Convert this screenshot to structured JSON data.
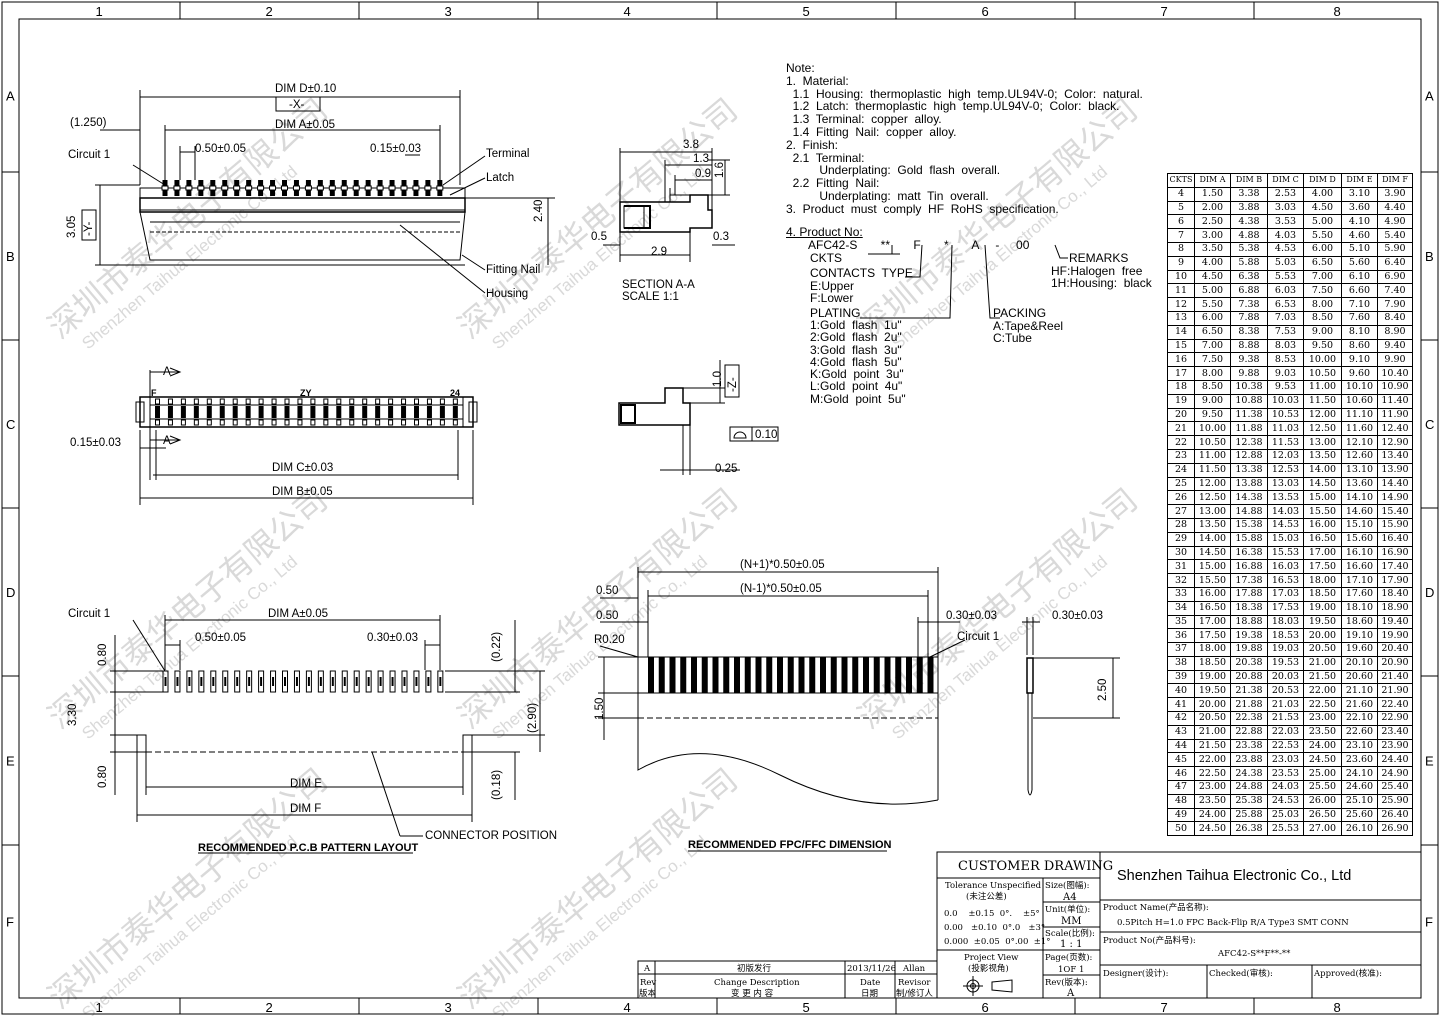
{
  "frame": {
    "col_labels": [
      "1",
      "2",
      "3",
      "4",
      "5",
      "6",
      "7",
      "8"
    ],
    "row_labels": [
      "A",
      "B",
      "C",
      "D",
      "E",
      "F"
    ]
  },
  "watermark": {
    "cn": "深圳市泰华电子有限公司",
    "en": "Shenzhen Taihua Electronic Co., Ltd"
  },
  "top_view": {
    "dim_d": "DIM D±0.10",
    "x_datum": "-X-",
    "dim_a": "DIM A±0.05",
    "offset": "(1.250)",
    "circuit1": "Circuit 1",
    "pitch": "0.50±0.05",
    "pin_width": "0.15±0.03",
    "terminal": "Terminal",
    "latch": "Latch",
    "height_left": "3.05",
    "y_datum": "-Y-",
    "height_right": "2.40",
    "fitting_nail": "Fitting Nail",
    "housing": "Housing"
  },
  "section": {
    "d38": "3.8",
    "d13": "1.3",
    "d09": "0.9",
    "d16": "1.6",
    "d05": "0.5",
    "d29": "2.9",
    "d03": "0.3",
    "title": "SECTION A-A",
    "scale": "SCALE   1:1",
    "d10": "1.0",
    "z_datum": "-Z-",
    "flatness": "0.10",
    "d025": "0.25"
  },
  "front_view": {
    "section_mark": "A",
    "f_mark": "F",
    "zy_mark": "ZY",
    "n24": "24",
    "pin_width": "0.15±0.03",
    "dim_c": "DIM C±0.03",
    "dim_b": "DIM B±0.05"
  },
  "pcb": {
    "circuit1": "Circuit 1",
    "dim_a": "DIM A±0.05",
    "pitch": "0.50±0.05",
    "pad_width": "0.30±0.03",
    "d080a": "0.80",
    "d330": "3.30",
    "d080b": "0.80",
    "d022": "(0.22)",
    "d290": "(2.90)",
    "d018": "(0.18)",
    "dim_e": "DIM E",
    "dim_f": "DIM F",
    "connector_position": "CONNECTOR POSITION",
    "title": "RECOMMENDED P.C.B PATTERN LAYOUT"
  },
  "fpc": {
    "np1": "(N+1)*0.50±0.05",
    "nm1": "(N-1)*0.50±0.05",
    "d050a": "0.50",
    "d050b": "0.50",
    "r020": "R0.20",
    "d030a": "0.30±0.03",
    "d030b": "0.30±0.03",
    "circuit1": "Circuit 1",
    "d150": "1.50",
    "d250": "2.50",
    "title": "RECOMMENDED FPC/FFC DIMENSION"
  },
  "notes": [
    "Note:",
    "1.  Material:",
    "  1.1  Housing:  thermoplastic  high  temp.UL94V-0;  Color:  natural.",
    "  1.2  Latch:  thermoplastic  high  temp.UL94V-0;  Color:  black.",
    "  1.3  Terminal:  copper  alloy.",
    "  1.4  Fitting  Nail:  copper  alloy.",
    "2.  Finish:",
    "  2.1  Terminal:",
    "          Underplating:  Gold  flash  overall.",
    "  2.2  Fitting  Nail:",
    "          Underplating:  matt  Tin  overall.",
    "3.  Product  must  comply  HF  RoHS  specification."
  ],
  "product_no": {
    "heading": "4.  Product  No:",
    "part": "AFC42-S       **       F       *       A     -     00",
    "ckts": "CKTS",
    "contacts_type": "CONTACTS  TYPE",
    "upper": "E:Upper",
    "lower": "F:Lower",
    "plating": "PLATING",
    "plating_options": [
      "1:Gold  flash  1u\"",
      "2:Gold  flash  2u\"",
      "3:Gold  flash  3u\"",
      "4:Gold  flash  5u\"",
      "K:Gold  point  3u\"",
      "L:Gold  point  4u\"",
      "M:Gold  point  5u\""
    ],
    "packing": "PACKING",
    "tape": "A:Tape&Reel",
    "tube": "C:Tube",
    "remarks": "REMARKS",
    "hf": "HF:Halogen  free",
    "h1": "1H:Housing:  black"
  },
  "dim_table": {
    "headers": [
      "CKTS",
      "DIM A",
      "DIM B",
      "DIM C",
      "DIM D",
      "DIM E",
      "DIM F"
    ],
    "rows": [
      [
        "4",
        "1.50",
        "3.38",
        "2.53",
        "4.00",
        "3.10",
        "3.90"
      ],
      [
        "5",
        "2.00",
        "3.88",
        "3.03",
        "4.50",
        "3.60",
        "4.40"
      ],
      [
        "6",
        "2.50",
        "4.38",
        "3.53",
        "5.00",
        "4.10",
        "4.90"
      ],
      [
        "7",
        "3.00",
        "4.88",
        "4.03",
        "5.50",
        "4.60",
        "5.40"
      ],
      [
        "8",
        "3.50",
        "5.38",
        "4.53",
        "6.00",
        "5.10",
        "5.90"
      ],
      [
        "9",
        "4.00",
        "5.88",
        "5.03",
        "6.50",
        "5.60",
        "6.40"
      ],
      [
        "10",
        "4.50",
        "6.38",
        "5.53",
        "7.00",
        "6.10",
        "6.90"
      ],
      [
        "11",
        "5.00",
        "6.88",
        "6.03",
        "7.50",
        "6.60",
        "7.40"
      ],
      [
        "12",
        "5.50",
        "7.38",
        "6.53",
        "8.00",
        "7.10",
        "7.90"
      ],
      [
        "13",
        "6.00",
        "7.88",
        "7.03",
        "8.50",
        "7.60",
        "8.40"
      ],
      [
        "14",
        "6.50",
        "8.38",
        "7.53",
        "9.00",
        "8.10",
        "8.90"
      ],
      [
        "15",
        "7.00",
        "8.88",
        "8.03",
        "9.50",
        "8.60",
        "9.40"
      ],
      [
        "16",
        "7.50",
        "9.38",
        "8.53",
        "10.00",
        "9.10",
        "9.90"
      ],
      [
        "17",
        "8.00",
        "9.88",
        "9.03",
        "10.50",
        "9.60",
        "10.40"
      ],
      [
        "18",
        "8.50",
        "10.38",
        "9.53",
        "11.00",
        "10.10",
        "10.90"
      ],
      [
        "19",
        "9.00",
        "10.88",
        "10.03",
        "11.50",
        "10.60",
        "11.40"
      ],
      [
        "20",
        "9.50",
        "11.38",
        "10.53",
        "12.00",
        "11.10",
        "11.90"
      ],
      [
        "21",
        "10.00",
        "11.88",
        "11.03",
        "12.50",
        "11.60",
        "12.40"
      ],
      [
        "22",
        "10.50",
        "12.38",
        "11.53",
        "13.00",
        "12.10",
        "12.90"
      ],
      [
        "23",
        "11.00",
        "12.88",
        "12.03",
        "13.50",
        "12.60",
        "13.40"
      ],
      [
        "24",
        "11.50",
        "13.38",
        "12.53",
        "14.00",
        "13.10",
        "13.90"
      ],
      [
        "25",
        "12.00",
        "13.88",
        "13.03",
        "14.50",
        "13.60",
        "14.40"
      ],
      [
        "26",
        "12.50",
        "14.38",
        "13.53",
        "15.00",
        "14.10",
        "14.90"
      ],
      [
        "27",
        "13.00",
        "14.88",
        "14.03",
        "15.50",
        "14.60",
        "15.40"
      ],
      [
        "28",
        "13.50",
        "15.38",
        "14.53",
        "16.00",
        "15.10",
        "15.90"
      ],
      [
        "29",
        "14.00",
        "15.88",
        "15.03",
        "16.50",
        "15.60",
        "16.40"
      ],
      [
        "30",
        "14.50",
        "16.38",
        "15.53",
        "17.00",
        "16.10",
        "16.90"
      ],
      [
        "31",
        "15.00",
        "16.88",
        "16.03",
        "17.50",
        "16.60",
        "17.40"
      ],
      [
        "32",
        "15.50",
        "17.38",
        "16.53",
        "18.00",
        "17.10",
        "17.90"
      ],
      [
        "33",
        "16.00",
        "17.88",
        "17.03",
        "18.50",
        "17.60",
        "18.40"
      ],
      [
        "34",
        "16.50",
        "18.38",
        "17.53",
        "19.00",
        "18.10",
        "18.90"
      ],
      [
        "35",
        "17.00",
        "18.88",
        "18.03",
        "19.50",
        "18.60",
        "19.40"
      ],
      [
        "36",
        "17.50",
        "19.38",
        "18.53",
        "20.00",
        "19.10",
        "19.90"
      ],
      [
        "37",
        "18.00",
        "19.88",
        "19.03",
        "20.50",
        "19.60",
        "20.40"
      ],
      [
        "38",
        "18.50",
        "20.38",
        "19.53",
        "21.00",
        "20.10",
        "20.90"
      ],
      [
        "39",
        "19.00",
        "20.88",
        "20.03",
        "21.50",
        "20.60",
        "21.40"
      ],
      [
        "40",
        "19.50",
        "21.38",
        "20.53",
        "22.00",
        "21.10",
        "21.90"
      ],
      [
        "41",
        "20.00",
        "21.88",
        "21.03",
        "22.50",
        "21.60",
        "22.40"
      ],
      [
        "42",
        "20.50",
        "22.38",
        "21.53",
        "23.00",
        "22.10",
        "22.90"
      ],
      [
        "43",
        "21.00",
        "22.88",
        "22.03",
        "23.50",
        "22.60",
        "23.40"
      ],
      [
        "44",
        "21.50",
        "23.38",
        "22.53",
        "24.00",
        "23.10",
        "23.90"
      ],
      [
        "45",
        "22.00",
        "23.88",
        "23.03",
        "24.50",
        "23.60",
        "24.40"
      ],
      [
        "46",
        "22.50",
        "24.38",
        "23.53",
        "25.00",
        "24.10",
        "24.90"
      ],
      [
        "47",
        "23.00",
        "24.88",
        "24.03",
        "25.50",
        "24.60",
        "25.40"
      ],
      [
        "48",
        "23.50",
        "25.38",
        "24.53",
        "26.00",
        "25.10",
        "25.90"
      ],
      [
        "49",
        "24.00",
        "25.88",
        "25.03",
        "26.50",
        "25.60",
        "26.40"
      ],
      [
        "50",
        "24.50",
        "26.38",
        "25.53",
        "27.00",
        "26.10",
        "26.90"
      ]
    ]
  },
  "title_block": {
    "customer_drawing": "CUSTOMER DRAWING",
    "company": "Shenzhen Taihua Electronic Co., Ltd",
    "tolerance_en": "Tolerance Unspecified",
    "tolerance_cn": "(未注公差)",
    "tol1": "0.0    ±0.15  0°.    ±5°",
    "tol2": "0.00   ±0.10  0°.0   ±3°",
    "tol3": "0.000  ±0.05  0°.00  ±1°",
    "size_label": "Size(图幅):",
    "size": "A4",
    "unit_label": "Unit(单位):",
    "unit": "MM",
    "scale_label": "Scale(比例):",
    "scale": "1 : 1",
    "page_label": "Page(页数):",
    "page": "1OF 1",
    "rev_label": "Rev(版本):",
    "rev": "A",
    "projection_en": "Project View",
    "projection_cn": "(投影视角)",
    "product_name_label": "Product Name(产品名称):",
    "product_name": "0.5Pitch H=1.0 FPC Back-Flip R/A Type3 SMT CONN",
    "product_no_label": "Product No(产品料号):",
    "product_no": "AFC42-S**F**-**",
    "designer": "Designer(设计):",
    "checked": "Checked(审核):",
    "approved": "Approved(核准):",
    "rev_row": {
      "rev": "A",
      "desc": "初版发行",
      "date": "2013/11/26",
      "revisor": "Allan"
    },
    "rev_header": {
      "rev_en": "Rev",
      "rev_cn": "版本",
      "desc_en": "Change Description",
      "desc_cn": "变 更 内 容",
      "date_en": "Date",
      "date_cn": "日期",
      "revisor_en": "Revisor",
      "revisor_cn": "制/修订人"
    }
  }
}
